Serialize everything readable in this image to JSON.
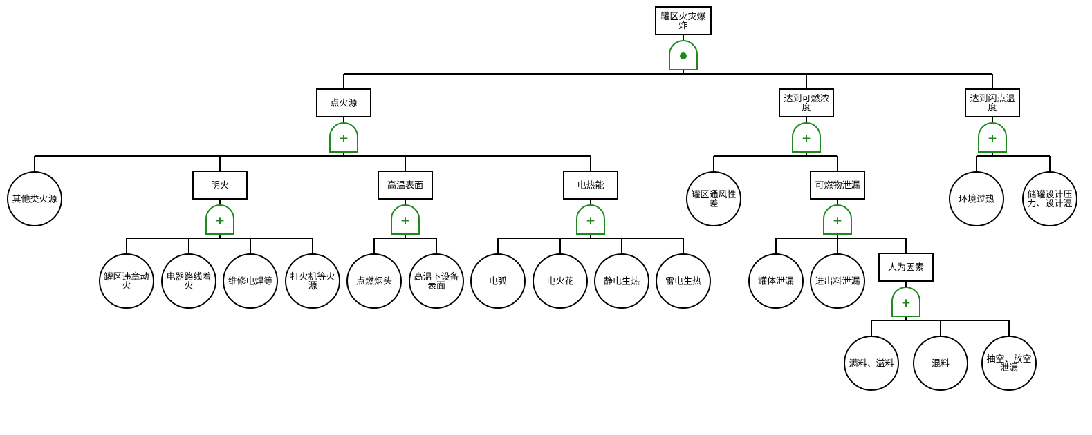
{
  "colors": {
    "line": "#000000",
    "gate": "#1e8a1e",
    "background": "#ffffff"
  },
  "fault_tree": {
    "events": {
      "top": {
        "lines": [
          "罐区火灾爆",
          "炸"
        ],
        "gate": "and"
      },
      "ignition": {
        "lines": [
          "点火源"
        ],
        "gate": "or"
      },
      "flammable": {
        "lines": [
          "达到可燃浓",
          "度"
        ],
        "gate": "or"
      },
      "flashpoint": {
        "lines": [
          "达到闪点温",
          "度"
        ],
        "gate": "or"
      },
      "open_fire": {
        "lines": [
          "明火"
        ],
        "gate": "or"
      },
      "hot_surface": {
        "lines": [
          "高温表面"
        ],
        "gate": "or"
      },
      "electric": {
        "lines": [
          "电热能"
        ],
        "gate": "or"
      },
      "leak": {
        "lines": [
          "可燃物泄漏"
        ],
        "gate": "or"
      },
      "human": {
        "lines": [
          "人为因素"
        ],
        "gate": "or"
      }
    },
    "basic_events": {
      "b_other": [
        "其他类火源"
      ],
      "b_illegal": [
        "罐区违章动",
        "火"
      ],
      "b_wiring": [
        "电器路线着",
        "火"
      ],
      "b_welding": [
        "维修电焊等"
      ],
      "b_lighter": [
        "打火机等火",
        "源"
      ],
      "b_cigarette": [
        "点燃烟头"
      ],
      "b_hotequip": [
        "高温下设备",
        "表面"
      ],
      "b_arc": [
        "电弧"
      ],
      "b_spark": [
        "电火花"
      ],
      "b_static": [
        "静电生热"
      ],
      "b_lightning": [
        "雷电生热"
      ],
      "b_vent": [
        "罐区通风性",
        "差"
      ],
      "b_tank": [
        "罐体泄漏"
      ],
      "b_inout": [
        "进出料泄漏"
      ],
      "b_overflow": [
        "满料、溢料"
      ],
      "b_mixing": [
        "混料"
      ],
      "b_empty": [
        "抽空、放空",
        "泄漏"
      ],
      "b_env": [
        "环境过热"
      ],
      "b_design": [
        "储罐设计压",
        "力、设计温"
      ]
    }
  }
}
